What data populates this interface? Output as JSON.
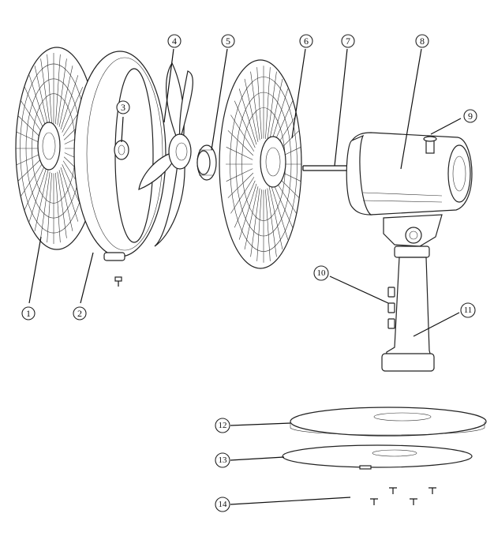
{
  "callouts": [
    {
      "id": "c1",
      "label": "1"
    },
    {
      "id": "c2",
      "label": "2"
    },
    {
      "id": "c3",
      "label": "3"
    },
    {
      "id": "c4",
      "label": "4"
    },
    {
      "id": "c5",
      "label": "5"
    },
    {
      "id": "c6",
      "label": "6"
    },
    {
      "id": "c7",
      "label": "7"
    },
    {
      "id": "c8",
      "label": "8"
    },
    {
      "id": "c9",
      "label": "9"
    },
    {
      "id": "c10",
      "label": "10"
    },
    {
      "id": "c11",
      "label": "11"
    },
    {
      "id": "c12",
      "label": "12"
    },
    {
      "id": "c13",
      "label": "13"
    },
    {
      "id": "c14",
      "label": "14"
    }
  ],
  "colors": {
    "line": "#222222",
    "background": "#ffffff"
  }
}
